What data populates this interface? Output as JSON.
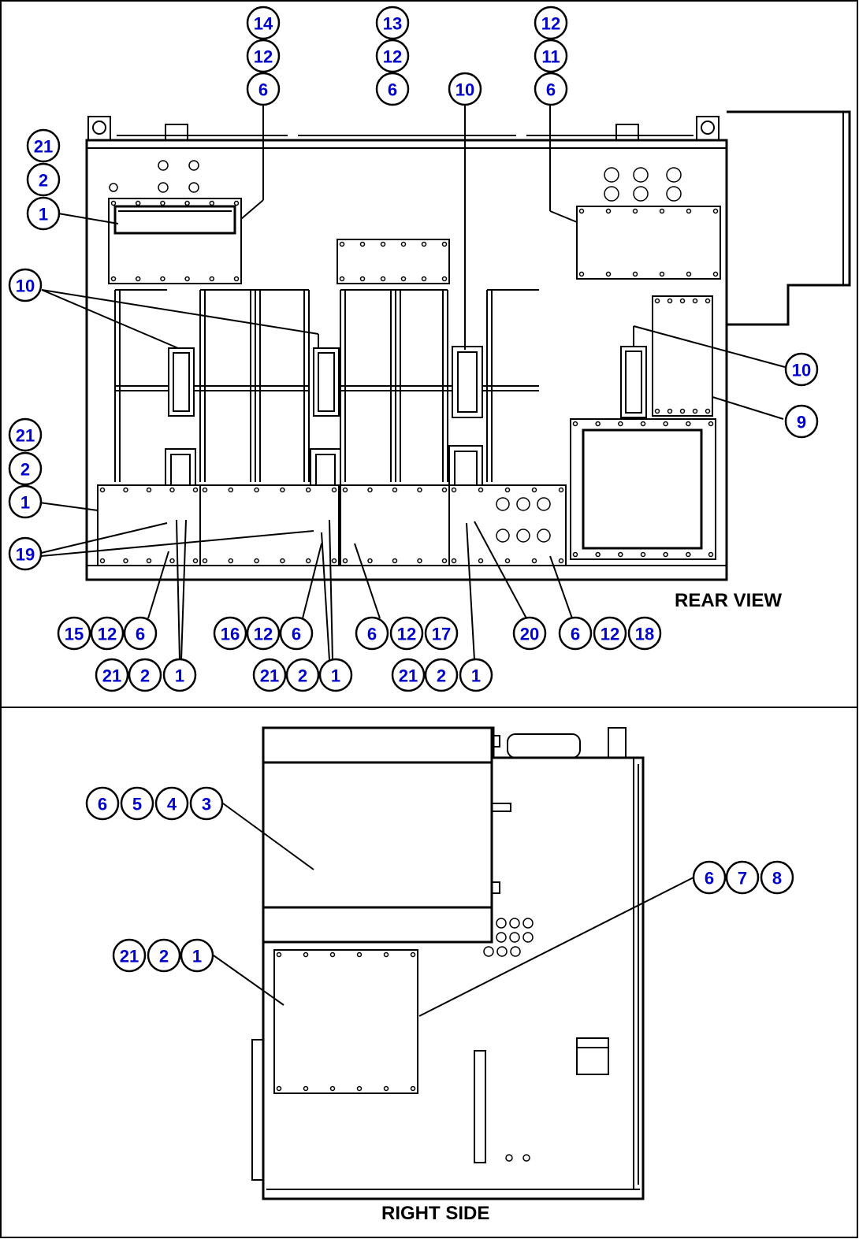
{
  "labels": {
    "rear_view": "REAR VIEW",
    "right_side": "RIGHT SIDE"
  },
  "callouts": [
    "14",
    "12",
    "6",
    "13",
    "12",
    "6",
    "12",
    "11",
    "6",
    "10",
    "21",
    "2",
    "1",
    "10",
    "10",
    "9",
    "21",
    "2",
    "1",
    "19",
    "15",
    "12",
    "6",
    "16",
    "12",
    "6",
    "6",
    "12",
    "17",
    "20",
    "6",
    "12",
    "18",
    "21",
    "2",
    "1",
    "21",
    "2",
    "1",
    "21",
    "2",
    "1",
    "6",
    "5",
    "4",
    "3",
    "6",
    "7",
    "8",
    "21",
    "2",
    "1"
  ]
}
